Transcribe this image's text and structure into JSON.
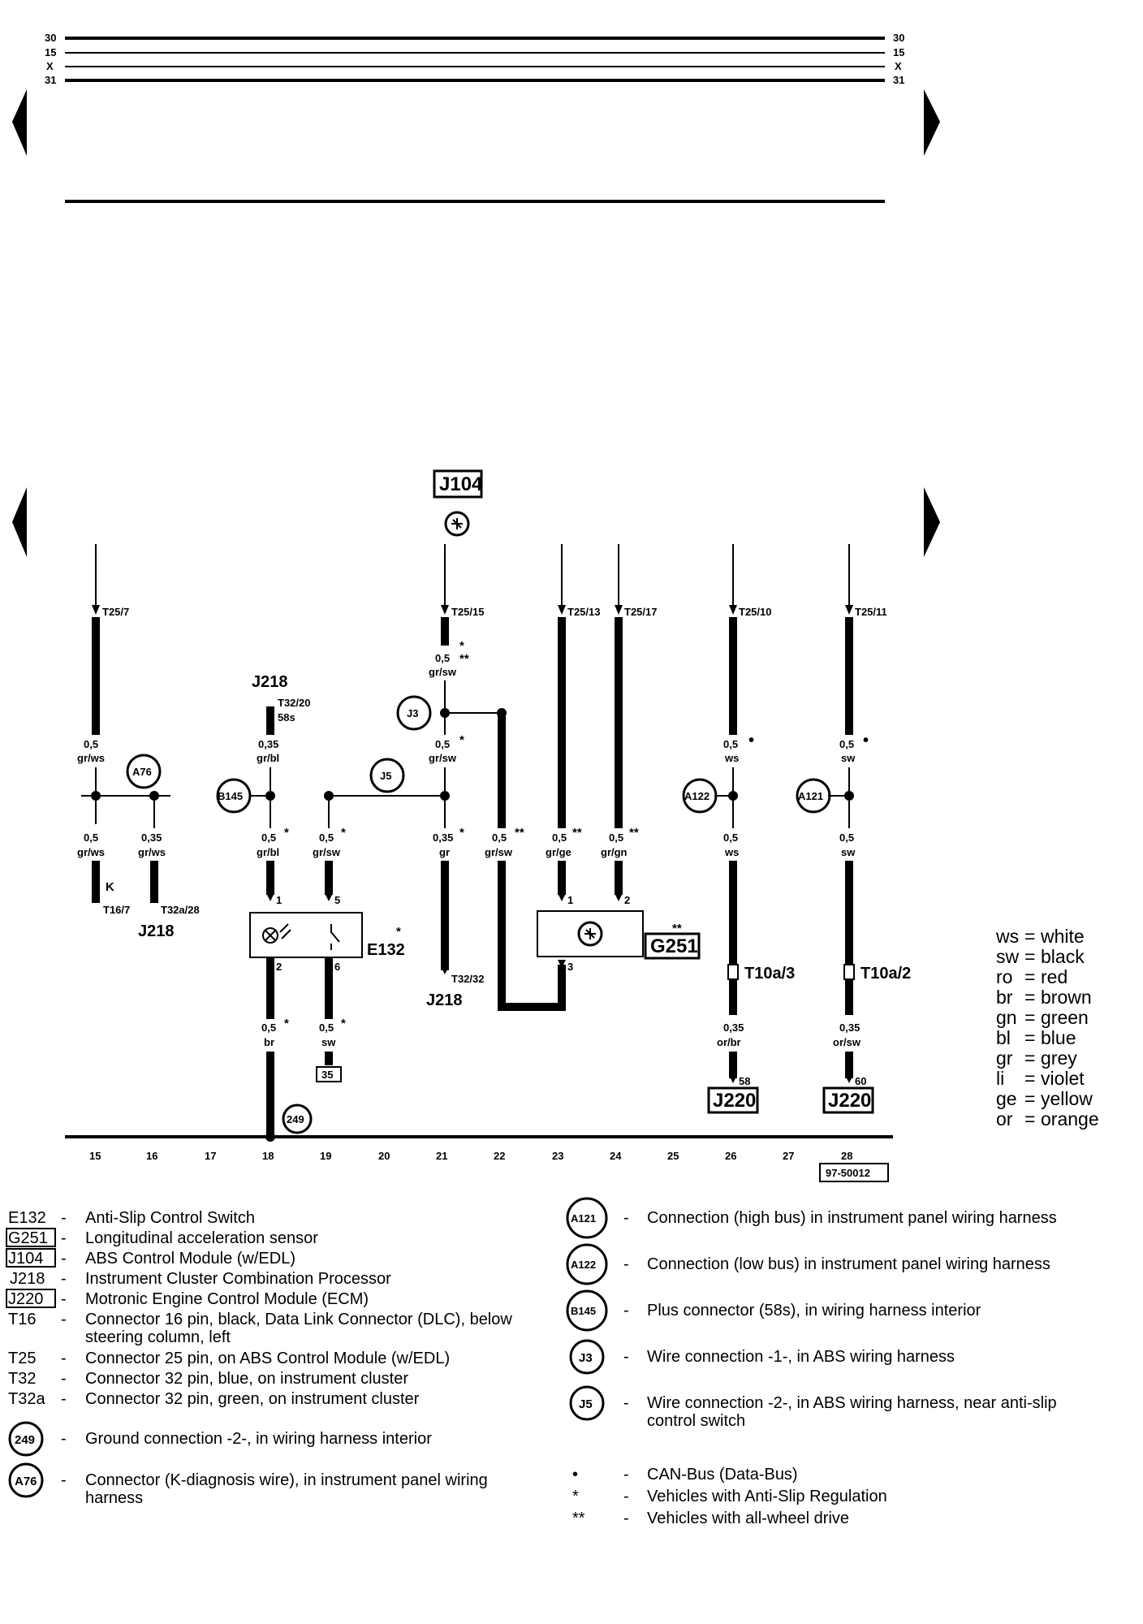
{
  "bus_labels": [
    "30",
    "15",
    "X",
    "31"
  ],
  "bus_labels_right": [
    "30",
    "15",
    "X",
    "31"
  ],
  "sheet_number": "97-50012",
  "columns": [
    "15",
    "16",
    "17",
    "18",
    "19",
    "20",
    "21",
    "22",
    "23",
    "24",
    "25",
    "26",
    "27",
    "28"
  ],
  "components": {
    "j104": "J104",
    "j218_top": "J218",
    "j218_left": "J218",
    "j218_bottom": "J218",
    "e132": "E132",
    "g251": "G251",
    "j220_a": "J220",
    "j220_b": "J220",
    "t10a3": "T10a/3",
    "t10a2": "T10a/2",
    "box35": "35"
  },
  "circles": {
    "a76": "A76",
    "b145": "B145",
    "j5": "J5",
    "j3": "J3",
    "a122": "A122",
    "a121": "A121",
    "g249": "249"
  },
  "pins": {
    "t25_7": "T25/7",
    "t25_15": "T25/15",
    "t25_13": "T25/13",
    "t25_17": "T25/17",
    "t25_10": "T25/10",
    "t25_11": "T25/11",
    "t32_20": "T32/20",
    "s58s": "58s",
    "t16_7": "T16/7",
    "t32a_28": "T32a/28",
    "t32_32": "T32/32",
    "k": "K",
    "p1a": "1",
    "p2a": "2",
    "p5": "5",
    "p6": "6",
    "p1b": "1",
    "p2b": "2",
    "p3": "3",
    "p58": "58",
    "p60": "60"
  },
  "wires": {
    "w15a_size": "0,5",
    "w15a_col": "gr/ws",
    "w15b_size": "0,5",
    "w15b_col": "gr/ws",
    "w16_size": "0,35",
    "w16_col": "gr/ws",
    "w18a_size": "0,35",
    "w18a_col": "gr/bl",
    "w18b_size": "0,5",
    "w18b_col": "gr/bl",
    "w18c_size": "0,5",
    "w18c_col": "br",
    "w19a_size": "0,5",
    "w19a_col": "gr/sw",
    "w19b_size": "0,5",
    "w19b_col": "sw",
    "w21a_size": "0,5",
    "w21a_col": "gr/sw",
    "w21b_size": "0,5",
    "w21b_col": "gr/sw",
    "w21c_size": "0,35",
    "w21c_col": "gr",
    "w22_size": "0,5",
    "w22_col": "gr/sw",
    "w23_size": "0,5",
    "w23_col": "gr/ge",
    "w24_size": "0,5",
    "w24_col": "gr/gn",
    "w26a_size": "0,5",
    "w26a_col": "ws",
    "w26b_size": "0,5",
    "w26b_col": "ws",
    "w26c_size": "0,35",
    "w26c_col": "or/br",
    "w28a_size": "0,5",
    "w28a_col": "sw",
    "w28b_size": "0,5",
    "w28b_col": "sw",
    "w28c_size": "0,35",
    "w28c_col": "or/sw"
  },
  "marks": {
    "s": "*",
    "ss": "**",
    "dot": "•",
    "sd": "*"
  },
  "color_codes": [
    {
      "code": "ws",
      "eq": "=",
      "name": "white"
    },
    {
      "code": "sw",
      "eq": "=",
      "name": "black"
    },
    {
      "code": "ro",
      "eq": "=",
      "name": "red"
    },
    {
      "code": "br",
      "eq": "=",
      "name": "brown"
    },
    {
      "code": "gn",
      "eq": "=",
      "name": "green"
    },
    {
      "code": "bl",
      "eq": "=",
      "name": "blue"
    },
    {
      "code": "gr",
      "eq": "=",
      "name": "grey"
    },
    {
      "code": "li",
      "eq": "=",
      "name": "violet"
    },
    {
      "code": "ge",
      "eq": "=",
      "name": "yellow"
    },
    {
      "code": "or",
      "eq": "=",
      "name": "orange"
    }
  ],
  "legend_left": [
    {
      "code": "E132",
      "text": "Anti-Slip Control Switch"
    },
    {
      "code": "G251",
      "text": "Longitudinal acceleration sensor"
    },
    {
      "code": "J104",
      "text": "ABS Control Module (w/EDL)"
    },
    {
      "code": "J218",
      "text": "Instrument Cluster Combination Processor"
    },
    {
      "code": "J220",
      "text": "Motronic Engine Control Module (ECM)"
    },
    {
      "code": "T16",
      "text": "Connector 16 pin, black, Data Link Connector (DLC), below",
      "text2": "steering column, left"
    },
    {
      "code": "T25",
      "text": "Connector 25 pin, on ABS Control Module (w/EDL)"
    },
    {
      "code": "T32",
      "text": "Connector 32 pin, blue, on instrument cluster"
    },
    {
      "code": "T32a",
      "text": "Connector 32 pin, green, on instrument cluster"
    },
    {
      "code": "249",
      "text": "Ground connection -2-, in wiring harness interior"
    },
    {
      "code": "A76",
      "text": "Connector (K-diagnosis wire), in instrument panel wiring",
      "text2": "harness"
    }
  ],
  "legend_right": [
    {
      "code": "A121",
      "text": "Connection (high bus) in instrument panel wiring harness"
    },
    {
      "code": "A122",
      "text": "Connection (low bus) in instrument panel wiring harness"
    },
    {
      "code": "B145",
      "text": "Plus connector (58s), in wiring harness interior"
    },
    {
      "code": "J3",
      "text": "Wire connection -1-, in ABS wiring harness"
    },
    {
      "code": "J5",
      "text": "Wire connection -2-, in ABS wiring harness, near anti-slip",
      "text2": "control switch"
    },
    {
      "code": "•",
      "text": "CAN-Bus (Data-Bus)"
    },
    {
      "code": "*",
      "text": "Vehicles with Anti-Slip Regulation"
    },
    {
      "code": "**",
      "text": "Vehicles with all-wheel drive"
    }
  ],
  "dash": "-"
}
